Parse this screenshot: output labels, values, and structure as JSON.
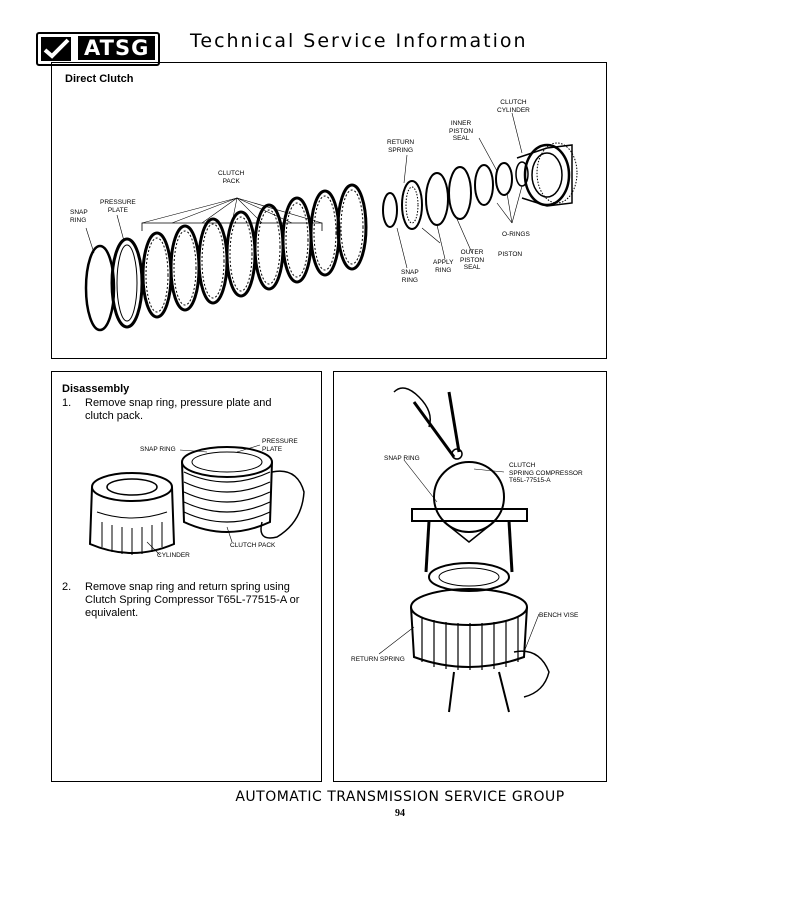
{
  "header": {
    "logo_text": "ATSG",
    "title": "Technical Service Information"
  },
  "top_panel": {
    "title": "Direct Clutch",
    "labels": {
      "clutch_cylinder": "CLUTCH\nCYLINDER",
      "inner_piston_seal": "INNER\nPISTON\nSEAL",
      "return_spring": "RETURN\nSPRING",
      "clutch_pack": "CLUTCH\nPACK",
      "pressure_plate": "PRESSURE\nPLATE",
      "snap_ring_left": "SNAP\nRING",
      "o_rings": "O-RINGS",
      "piston": "PISTON",
      "outer_piston_seal": "OUTER\nPISTON\nSEAL",
      "apply_ring": "APPLY\nRING",
      "snap_ring_right": "SNAP\nRING"
    }
  },
  "left_panel": {
    "title": "Disassembly",
    "step1_num": "1.",
    "step1_text": "Remove snap ring, pressure plate and clutch pack.",
    "labels": {
      "snap_ring": "SNAP RING",
      "pressure_plate": "PRESSURE\nPLATE",
      "cylinder": "CYLINDER",
      "clutch_pack": "CLUTCH PACK"
    },
    "step2_num": "2.",
    "step2_text": "Remove snap ring and return spring using Clutch Spring Compressor T65L-77515-A or equivalent."
  },
  "right_panel": {
    "labels": {
      "snap_ring": "SNAP RING",
      "compressor": "CLUTCH\nSPRING COMPRESSOR\nT65L-77515-A",
      "bench_vise": "BENCH VISE",
      "return_spring": "RETURN SPRING"
    }
  },
  "footer": {
    "org": "AUTOMATIC TRANSMISSION SERVICE GROUP",
    "page": "94"
  }
}
